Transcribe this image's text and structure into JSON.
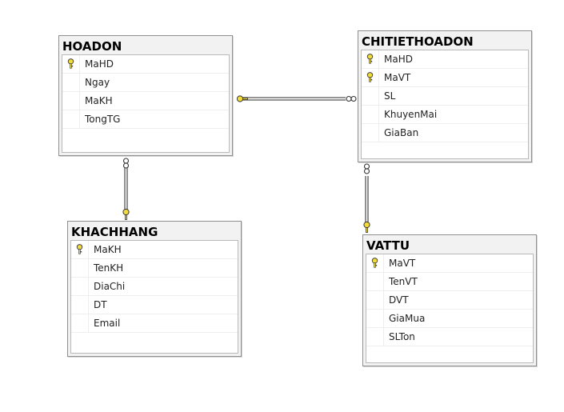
{
  "tables": {
    "hoadon": {
      "name": "HOADON",
      "columns": [
        {
          "name": "MaHD",
          "key": true
        },
        {
          "name": "Ngay",
          "key": false
        },
        {
          "name": "MaKH",
          "key": false
        },
        {
          "name": "TongTG",
          "key": false
        }
      ]
    },
    "chitiethoadon": {
      "name": "CHITIETHOADON",
      "columns": [
        {
          "name": "MaHD",
          "key": true
        },
        {
          "name": "MaVT",
          "key": true
        },
        {
          "name": "SL",
          "key": false
        },
        {
          "name": "KhuyenMai",
          "key": false
        },
        {
          "name": "GiaBan",
          "key": false
        }
      ]
    },
    "khachhang": {
      "name": "KHACHHANG",
      "columns": [
        {
          "name": "MaKH",
          "key": true
        },
        {
          "name": "TenKH",
          "key": false
        },
        {
          "name": "DiaChi",
          "key": false
        },
        {
          "name": "DT",
          "key": false
        },
        {
          "name": "Email",
          "key": false
        }
      ]
    },
    "vattu": {
      "name": "VATTU",
      "columns": [
        {
          "name": "MaVT",
          "key": true
        },
        {
          "name": "TenVT",
          "key": false
        },
        {
          "name": "DVT",
          "key": false
        },
        {
          "name": "GiaMua",
          "key": false
        },
        {
          "name": "SLTon",
          "key": false
        }
      ]
    }
  },
  "relationships": [
    {
      "one": "hoadon",
      "many": "chitiethoadon"
    },
    {
      "one": "khachhang",
      "many": "hoadon"
    },
    {
      "one": "vattu",
      "many": "chitiethoadon"
    }
  ],
  "colors": {
    "key": "#f2dc3c",
    "line": "#555555"
  },
  "icons": {
    "key": "key-icon",
    "many": "infinity-icon"
  }
}
